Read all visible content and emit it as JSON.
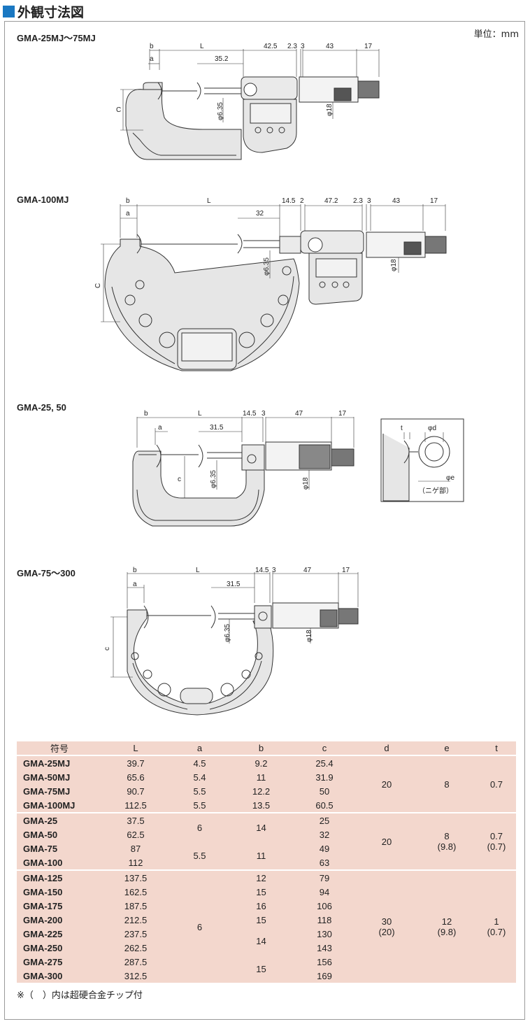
{
  "header": {
    "title": "外観寸法図"
  },
  "unit_label": "単位：mm",
  "models": {
    "m1": "GMA-25MJ～75MJ",
    "m2": "GMA-100MJ",
    "m3": "GMA-25, 50",
    "m4": "GMA-75～300"
  },
  "dims": {
    "d1": {
      "b": "b",
      "L": "L",
      "a": "a",
      "d42": "42.5",
      "d23": "2.3",
      "d3": "3",
      "d43": "43",
      "d17": "17",
      "d352": "35.2",
      "c": "C",
      "phi635": "φ6.35",
      "phi18": "φ18"
    },
    "d2": {
      "b": "b",
      "L": "L",
      "a": "a",
      "d145": "14.5",
      "d2": "2",
      "d472": "47.2",
      "d23": "2.3",
      "d3": "3",
      "d43": "43",
      "d17": "17",
      "d32": "32",
      "c": "C",
      "phi635": "φ6.35",
      "phi18": "φ18"
    },
    "d3": {
      "b": "b",
      "L": "L",
      "a": "a",
      "d145": "14.5",
      "d3": "3",
      "d47": "47",
      "d17": "17",
      "d315": "31.5",
      "c": "c",
      "phi635": "φ6.35",
      "phi18": "φ18",
      "t": "t",
      "phid": "φd",
      "phie": "φe",
      "nige": "（ニゲ部）"
    },
    "d4": {
      "b": "b",
      "L": "L",
      "a": "a",
      "d145": "14.5",
      "d3": "3",
      "d47": "47",
      "d17": "17",
      "d315": "31.5",
      "c": "c",
      "phi635": "φ6.35",
      "phi18": "φ18"
    }
  },
  "table": {
    "headers": [
      "符号",
      "L",
      "a",
      "b",
      "c",
      "d",
      "e",
      "t"
    ],
    "rows": [
      [
        "GMA-25MJ",
        "39.7",
        "4.5",
        "9.2",
        "25.4"
      ],
      [
        "GMA-50MJ",
        "65.6",
        "5.4",
        "11",
        "31.9"
      ],
      [
        "GMA-75MJ",
        "90.7",
        "5.5",
        "12.2",
        "50"
      ],
      [
        "GMA-100MJ",
        "112.5",
        "5.5",
        "13.5",
        "60.5"
      ],
      [
        "GMA-25",
        "37.5",
        "",
        "",
        "25"
      ],
      [
        "GMA-50",
        "62.5",
        "",
        "",
        "32"
      ],
      [
        "GMA-75",
        "87",
        "",
        "",
        "49"
      ],
      [
        "GMA-100",
        "112",
        "",
        "",
        "63"
      ],
      [
        "GMA-125",
        "137.5",
        "",
        "12",
        "79"
      ],
      [
        "GMA-150",
        "162.5",
        "",
        "15",
        "94"
      ],
      [
        "GMA-175",
        "187.5",
        "",
        "16",
        "106"
      ],
      [
        "GMA-200",
        "212.5",
        "",
        "15",
        "118"
      ],
      [
        "GMA-225",
        "237.5",
        "",
        "",
        "130"
      ],
      [
        "GMA-250",
        "262.5",
        "",
        "",
        "143"
      ],
      [
        "GMA-275",
        "287.5",
        "",
        "",
        "156"
      ],
      [
        "GMA-300",
        "312.5",
        "",
        "",
        "169"
      ]
    ],
    "merged": {
      "a_g2a": "6",
      "a_g2b": "5.5",
      "a_g3": "6",
      "b_g2a": "14",
      "b_g2b": "11",
      "b_g3a": "14",
      "b_g3b": "15",
      "g1": {
        "d": "20",
        "e": "8",
        "t": "0.7"
      },
      "g2": {
        "d": "20",
        "e1": "8",
        "e2": "(9.8)",
        "t1": "0.7",
        "t2": "(0.7)"
      },
      "g3": {
        "d1": "30",
        "d2": "(20)",
        "e1": "12",
        "e2": "(9.8)",
        "t1": "1",
        "t2": "(0.7)"
      }
    }
  },
  "footnote": "※（　）内は超硬合金チップ付"
}
